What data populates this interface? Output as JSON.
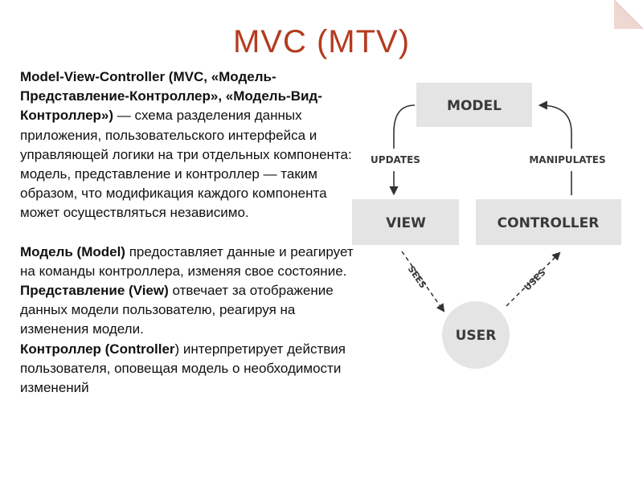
{
  "slide": {
    "title": "MVC (MTV)"
  },
  "intro": {
    "bold": "Model-View-Controller (MVC, «Модель-Представление-Контроллер», «Модель-Вид-Контроллер»)",
    "rest": " — схема разделения данных приложения, пользовательского интерфейса и управляющей логики на три отдельных компонента: модель, представление и контроллер — таким образом, что модификация каждого компонента может осуществляться независимо."
  },
  "model_para": {
    "bold": "Модель (Model)",
    "rest": " предоставляет данные и реагирует на команды контроллера, изменяя свое состояние."
  },
  "view_para": {
    "bold": "Представление (View)",
    "rest": " отвечает за отображение данных модели пользователю, реагируя на изменения модели."
  },
  "controller_para": {
    "bold": "Контроллер (Controller",
    "rest": ") интерпретирует действия пользователя, оповещая модель о необходимости изменений"
  },
  "diagram": {
    "nodes": {
      "model": "MODEL",
      "view": "VIEW",
      "controller": "CONTROLLER",
      "user": "USER"
    },
    "edges": {
      "updates": "UPDATES",
      "manipulates": "MANIPULATES",
      "sees": "SEES",
      "uses": "USES"
    },
    "colors": {
      "box_fill": "#e4e4e4",
      "text": "#3a3a3a",
      "arrow": "#333333",
      "title": "#b43b1f",
      "accent": "#c0392b"
    }
  }
}
